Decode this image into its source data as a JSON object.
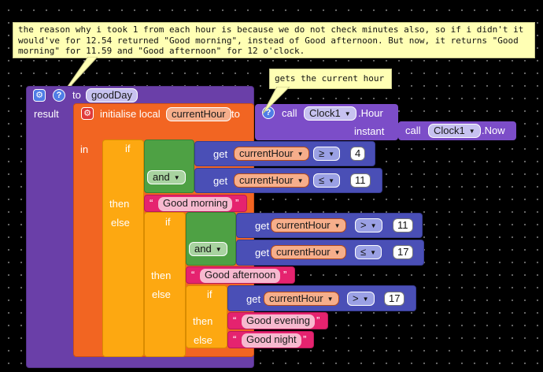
{
  "comments": {
    "main": "the reason why i took 1 from each hour is because we do not check minutes also, so if i didn't it would've for 12.54 returned \"Good morning\", instead of Good afternoon. But now, it returns \"Good morning\" for 11.59 and \"Good afternoon\" for 12 o'clock.",
    "hour": "gets the current hour"
  },
  "procedure": {
    "to_label": "to",
    "name": "goodDay",
    "result_label": "result"
  },
  "local": {
    "initialise_label": "initialise local",
    "var_name": "currentHour",
    "to_label": "to"
  },
  "clock_hour": {
    "call_label": "call",
    "component": "Clock1",
    "method": ".Hour",
    "instant_label": "instant"
  },
  "clock_now": {
    "call_label": "call",
    "component": "Clock1",
    "method": ".Now"
  },
  "in_label": "in",
  "if1": {
    "if_label": "if",
    "and_label": "and",
    "then_label": "then",
    "else_label": "else",
    "cond_a": {
      "get_label": "get",
      "var": "currentHour",
      "op": "≥",
      "value": "4"
    },
    "cond_b": {
      "get_label": "get",
      "var": "currentHour",
      "op": "≤",
      "value": "11"
    },
    "then_value": "Good morning"
  },
  "if2": {
    "if_label": "if",
    "and_label": "and",
    "then_label": "then",
    "else_label": "else",
    "cond_a": {
      "get_label": "get",
      "var": "currentHour",
      "op": ">",
      "value": "11"
    },
    "cond_b": {
      "get_label": "get",
      "var": "currentHour",
      "op": "≤",
      "value": "17"
    },
    "then_value": "Good afternoon"
  },
  "if3": {
    "if_label": "if",
    "then_label": "then",
    "else_label": "else",
    "cond": {
      "get_label": "get",
      "var": "currentHour",
      "op": ">",
      "value": "17"
    },
    "then_value": "Good evening",
    "else_value": "Good night"
  },
  "quote": {
    "open": "“",
    "close": "”"
  },
  "dropdown_glyph": "▼",
  "icons": {
    "gear": "⚙",
    "help": "?"
  },
  "colors": {
    "procedure": "#6a3fa8",
    "local": "#f26522",
    "control": "#fda811",
    "logic": "#4ea144",
    "math": "#4a4fb6",
    "text": "#e5236f",
    "component": "#7c4dc8"
  }
}
